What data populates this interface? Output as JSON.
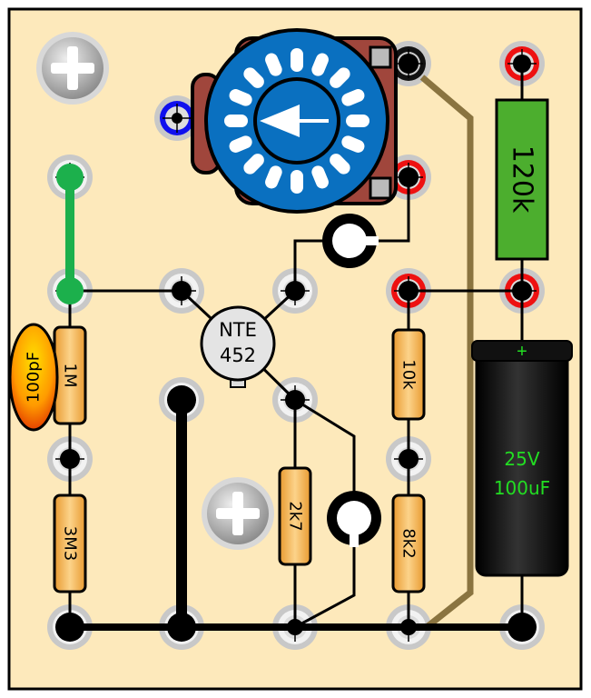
{
  "transistor": {
    "line1": "NTE",
    "line2": "452"
  },
  "resistors": {
    "r1": "1M",
    "r2": "3M3",
    "r3": "2k7",
    "r4": "10k",
    "r5": "8k2",
    "r6": "120k"
  },
  "capacitor_ceramic": "100pF",
  "capacitor_electrolytic": {
    "plus": "+",
    "voltage": "25V",
    "capacitance": "100uF"
  },
  "colors": {
    "board": "#fde9bb",
    "pot": "#0a70c0",
    "pot_body": "#a0463c",
    "resistor": "#f6b24a",
    "resistor_120k": "#4cae2e",
    "green_wire": "#1cb04c",
    "brown_wire": "#8a7440",
    "cap": "#1a1a1a",
    "cap_text": "#22dd22"
  }
}
